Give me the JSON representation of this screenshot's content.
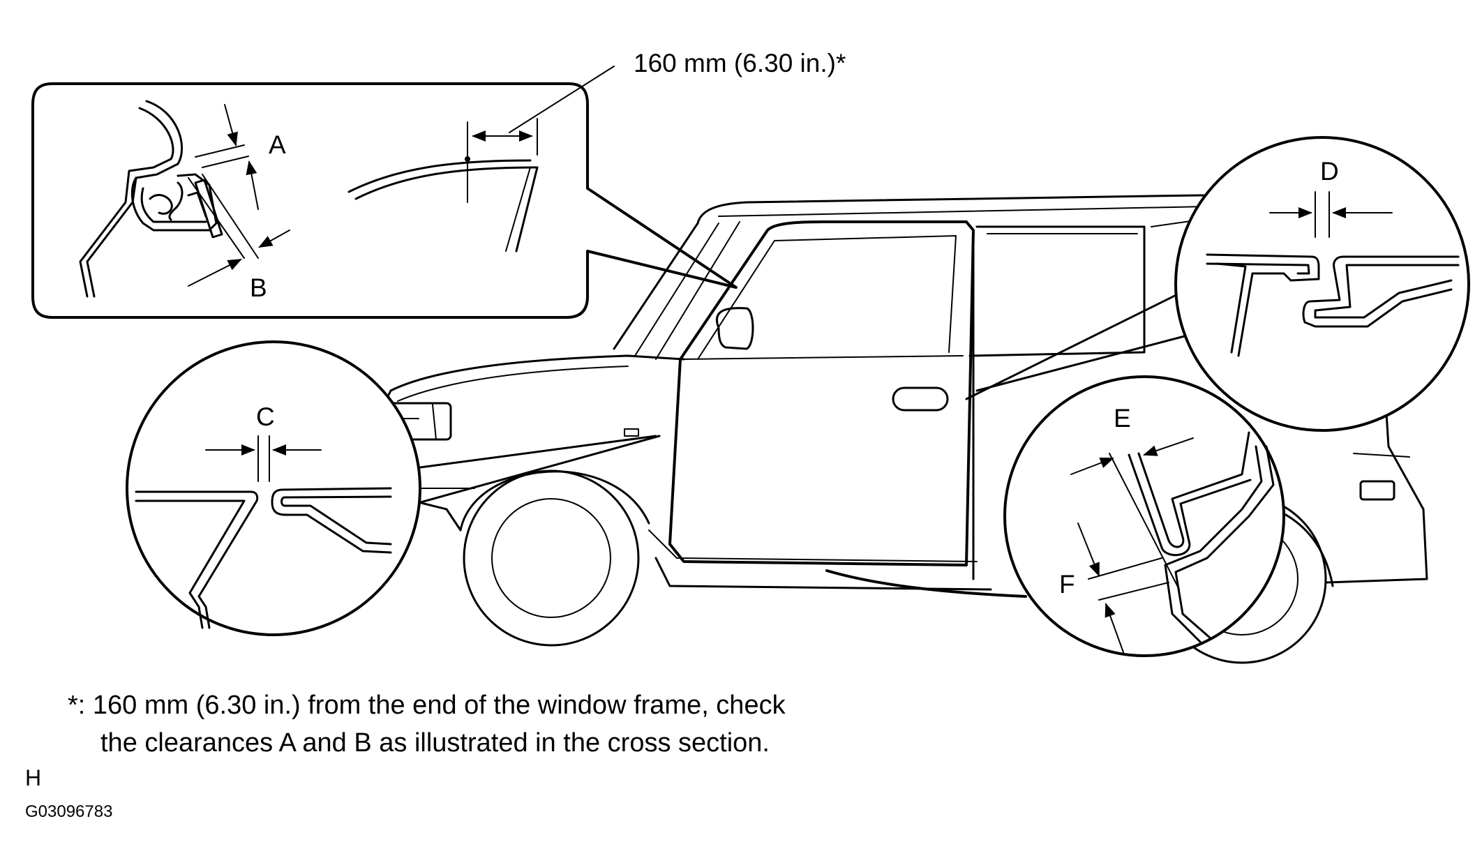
{
  "callouts": {
    "dimension": "160 mm (6.30 in.)*",
    "a": "A",
    "b": "B",
    "c": "C",
    "d": "D",
    "e": "E",
    "f": "F"
  },
  "footnote": {
    "line1": "*: 160 mm (6.30 in.) from the end of the window frame, check",
    "line2": "the clearances A and B as illustrated in the cross section."
  },
  "corner_letter": "H",
  "figure_id": "G03096783"
}
